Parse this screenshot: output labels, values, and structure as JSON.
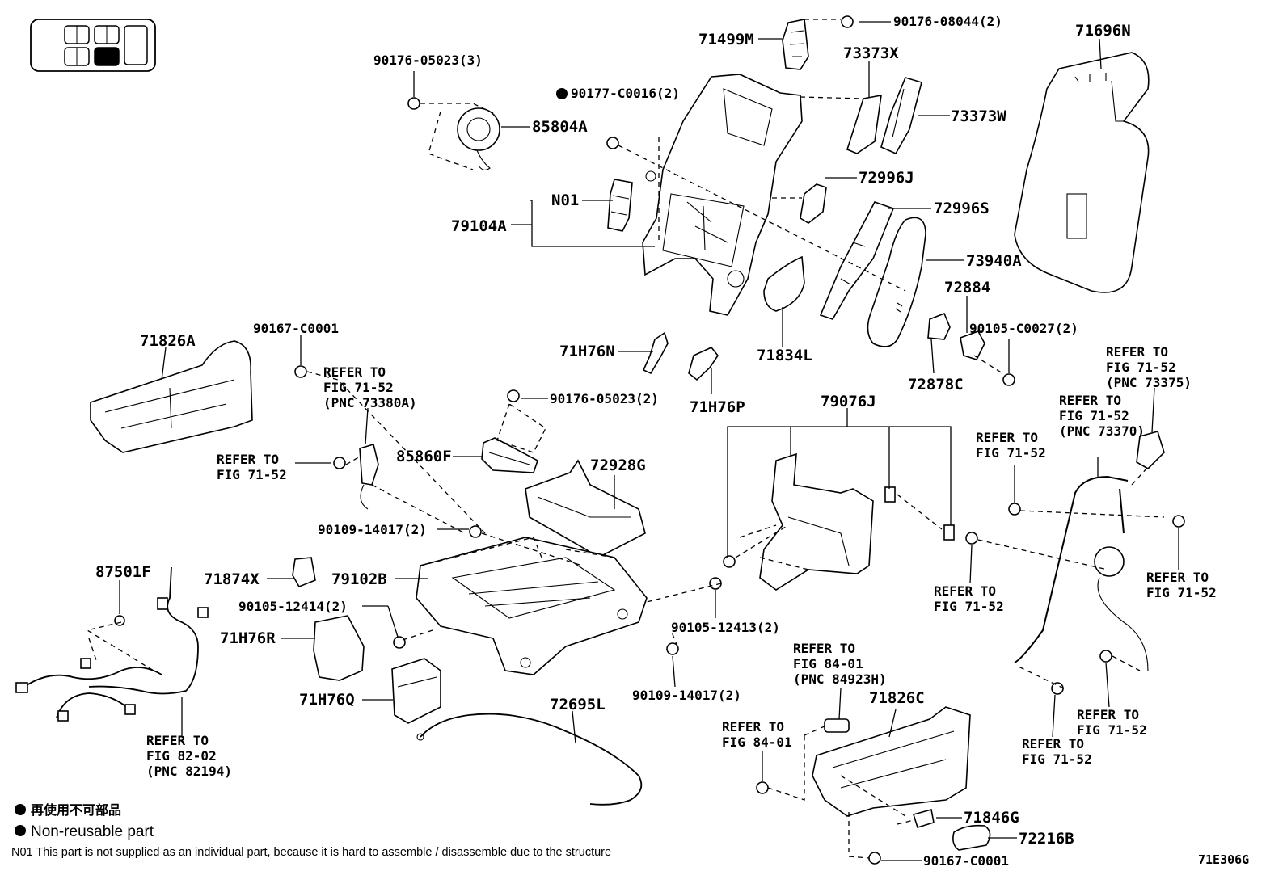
{
  "labels": {
    "p90176_08044": "90176-08044(2)",
    "p71499M": "71499M",
    "p71696N": "71696N",
    "p73373X": "73373X",
    "p90176_05023_top": "90176-05023(3)",
    "p90177_C0016": "90177-C0016(2)",
    "p85804A": "85804A",
    "p73373W": "73373W",
    "pN01": "N01",
    "p79104A": "79104A",
    "p72996J": "72996J",
    "p72996S": "72996S",
    "p73940A": "73940A",
    "p72884": "72884",
    "p90105_C0027": "90105-C0027(2)",
    "p71826A": "71826A",
    "p90167_C0001_top": "90167-C0001",
    "p71H76N": "71H76N",
    "p71834L": "71834L",
    "p72878C": "72878C",
    "p71H76P": "71H76P",
    "p90176_05023_mid": "90176-05023(2)",
    "p79076J": "79076J",
    "p85860F": "85860F",
    "p72928G": "72928G",
    "p90109_14017_top": "90109-14017(2)",
    "p87501F": "87501F",
    "p71874X": "71874X",
    "p79102B": "79102B",
    "p90105_12414": "90105-12414(2)",
    "p71H76R": "71H76R",
    "p90105_12413": "90105-12413(2)",
    "p90109_14017_bot": "90109-14017(2)",
    "p71H76Q": "71H76Q",
    "p72695L": "72695L",
    "p71826C": "71826C",
    "p71846G": "71846G",
    "p72216B": "72216B",
    "p90167_C0001_bot": "90167-C0001"
  },
  "refs": {
    "r1": [
      "REFER TO",
      "FIG 71-52",
      "(PNC 73380A)"
    ],
    "r2": [
      "REFER TO",
      "FIG 71-52"
    ],
    "r3": [
      "REFER TO",
      "FIG 71-52",
      "(PNC 73375)"
    ],
    "r4": [
      "REFER TO",
      "FIG 71-52",
      "(PNC 73370)"
    ],
    "r5": [
      "REFER TO",
      "FIG 71-52"
    ],
    "r6": [
      "REFER TO",
      "FIG 71-52"
    ],
    "r7": [
      "REFER TO",
      "FIG 71-52"
    ],
    "r8": [
      "REFER TO",
      "FIG 71-52"
    ],
    "r9": [
      "REFER TO",
      "FIG 71-52"
    ],
    "r10": [
      "REFER TO",
      "FIG 84-01",
      "(PNC 84923H)"
    ],
    "r11": [
      "REFER TO",
      "FIG 84-01"
    ],
    "r12": [
      "REFER TO",
      "FIG 82-02",
      "(PNC 82194)"
    ]
  },
  "legend": {
    "jp": "再使用不可部品",
    "en": "Non-reusable part",
    "n01": "N01  This part is not supplied as an individual part, because it is hard to assemble / disassemble due to the structure"
  },
  "fig_code": "71E306G"
}
